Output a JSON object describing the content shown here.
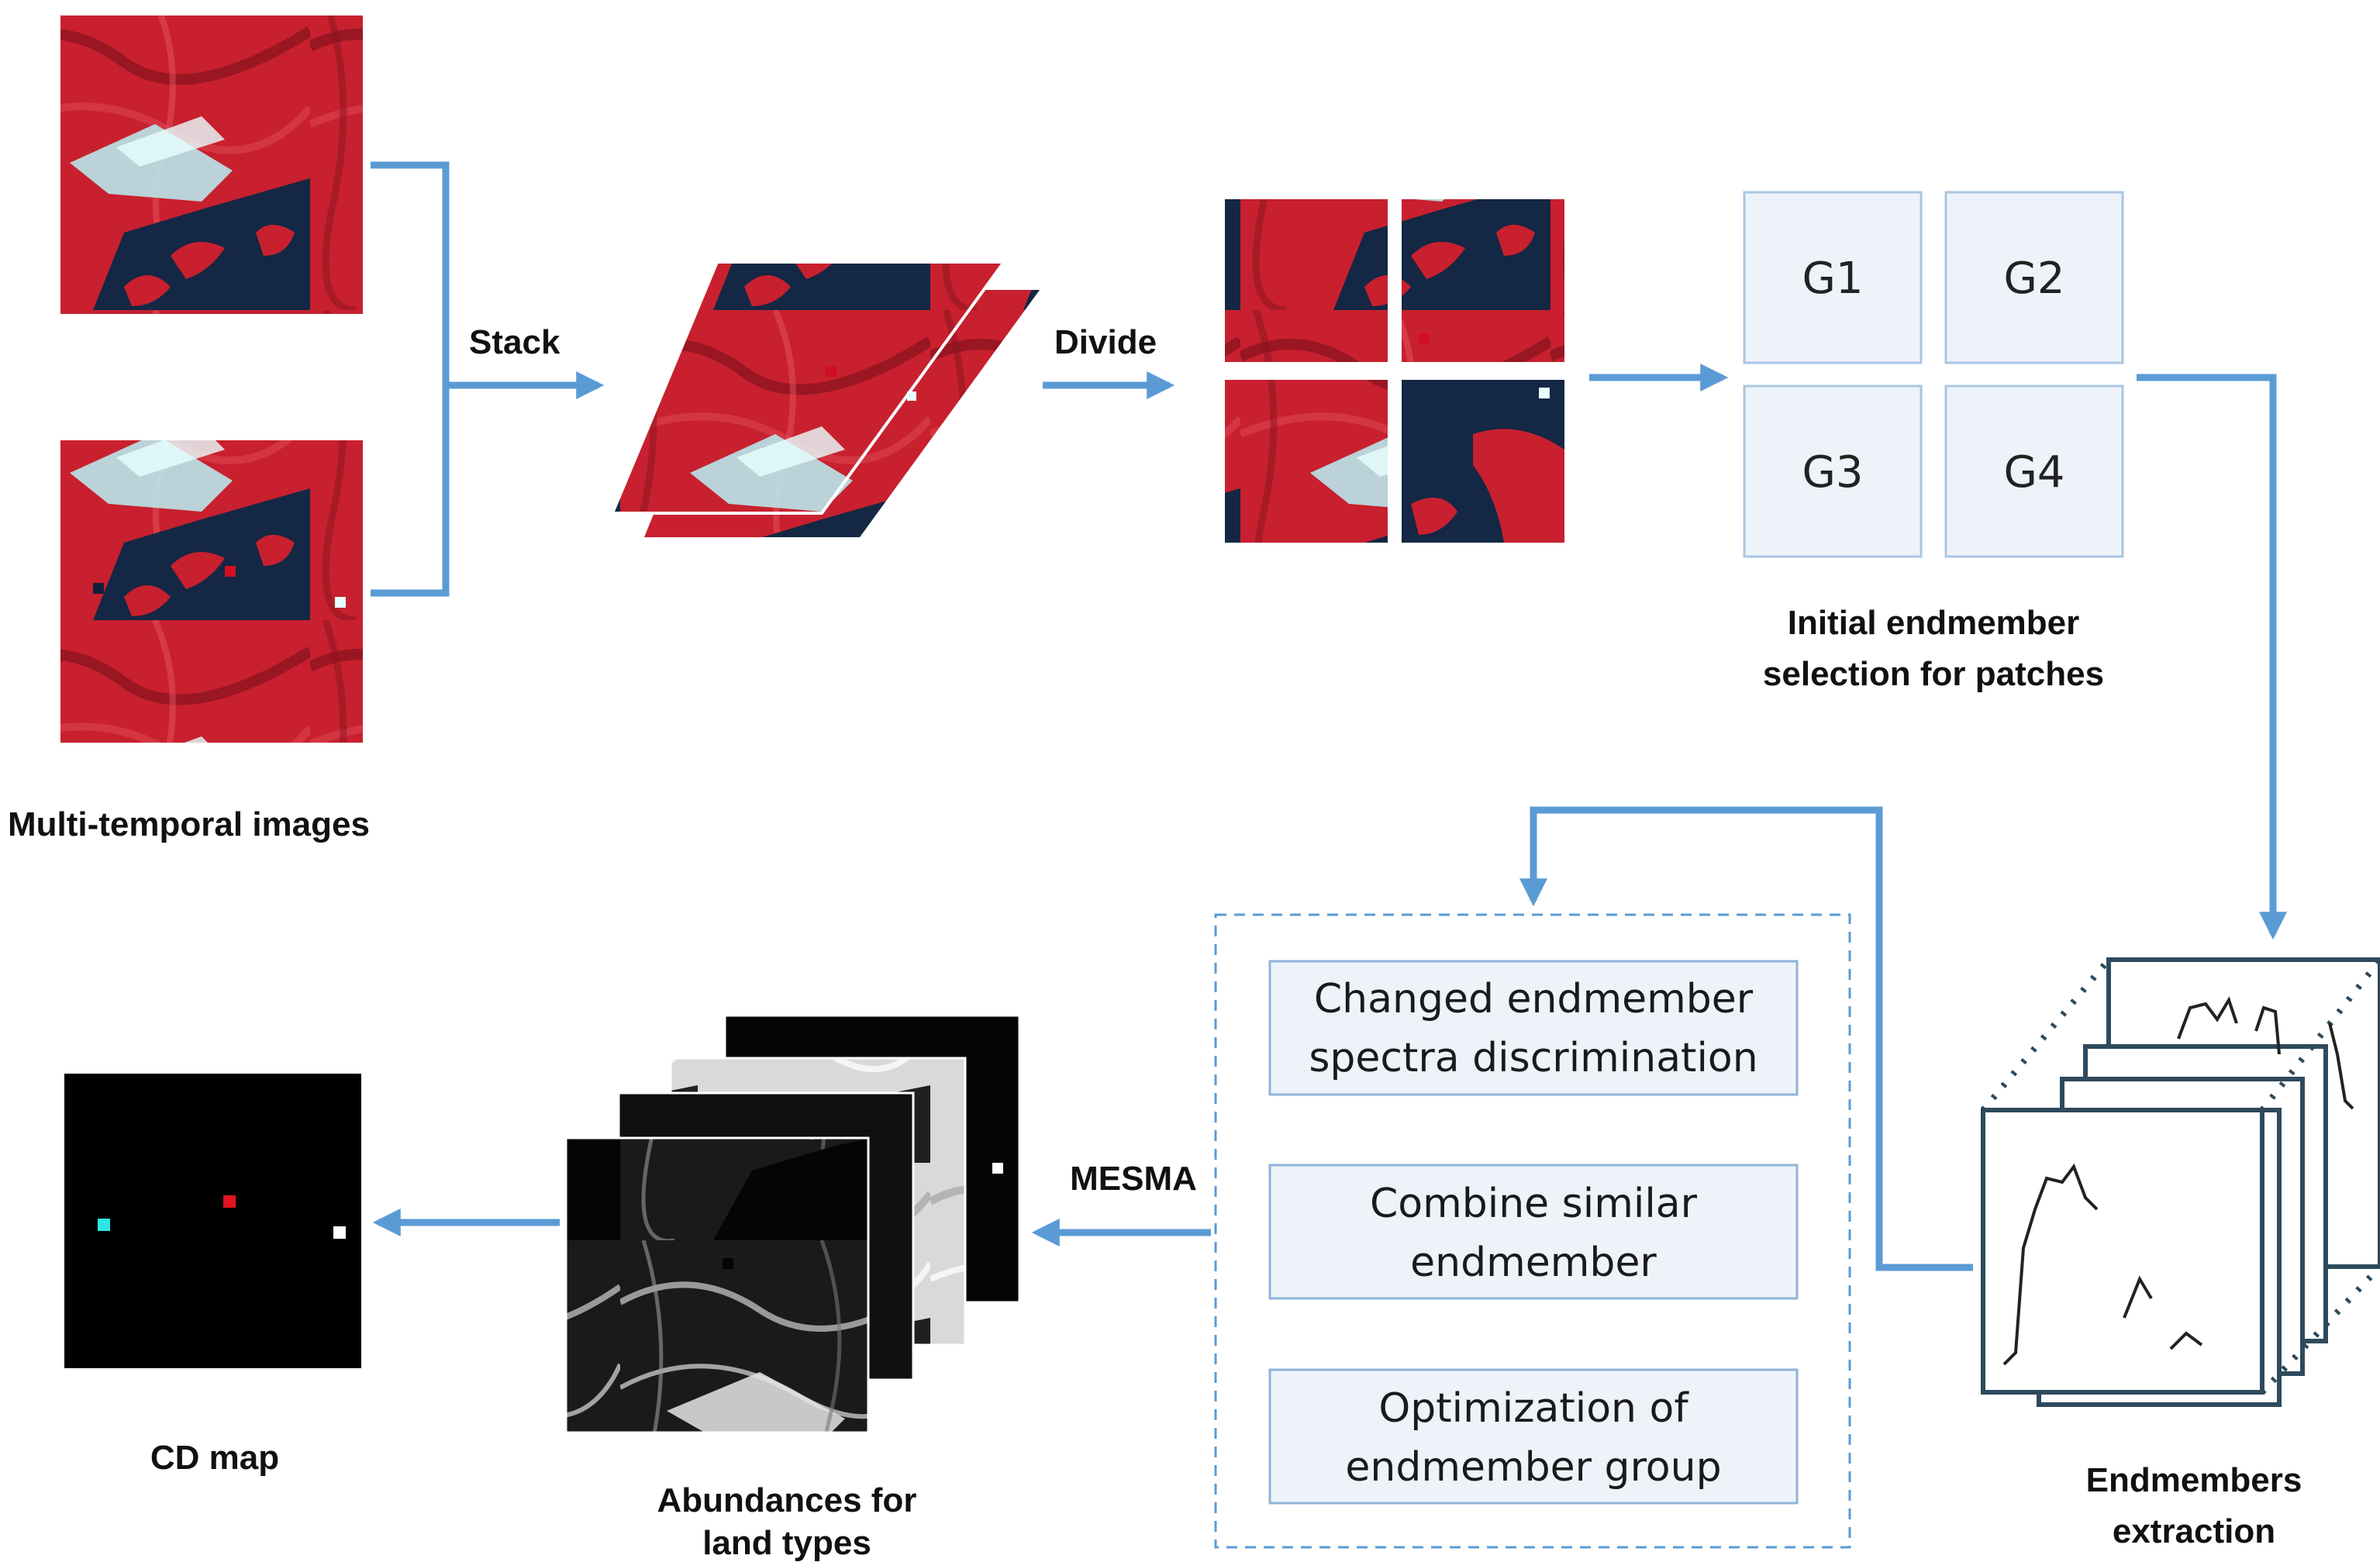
{
  "labels": {
    "multi_temporal": "Multi-temporal images",
    "stack": "Stack",
    "divide": "Divide",
    "initial_line1": "Initial endmember",
    "initial_line2": "selection for patches",
    "endmembers_line1": "Endmembers",
    "endmembers_line2": "extraction",
    "mesma": "MESMA",
    "abundances_line1": "Abundances for",
    "abundances_line2": "land types",
    "cd_map": "CD map"
  },
  "groups": [
    "G1",
    "G2",
    "G3",
    "G4"
  ],
  "process_boxes": [
    {
      "line1": "Changed endmember",
      "line2": "spectra discrimination"
    },
    {
      "line1": "Combine similar",
      "line2": "endmember"
    },
    {
      "line1": "Optimization of",
      "line2": "endmember group"
    }
  ],
  "colors": {
    "arrow": "#5b9bd5",
    "satellite_vegetation": "#c8202e",
    "satellite_water": "#142744",
    "satellite_urban": "#b8e6ea",
    "box_border": "#8fb3d9",
    "box_fill": "#eef3fa",
    "cd_cyan": "#2ee6e6",
    "cd_red": "#e0141e",
    "cd_white": "#ffffff"
  }
}
